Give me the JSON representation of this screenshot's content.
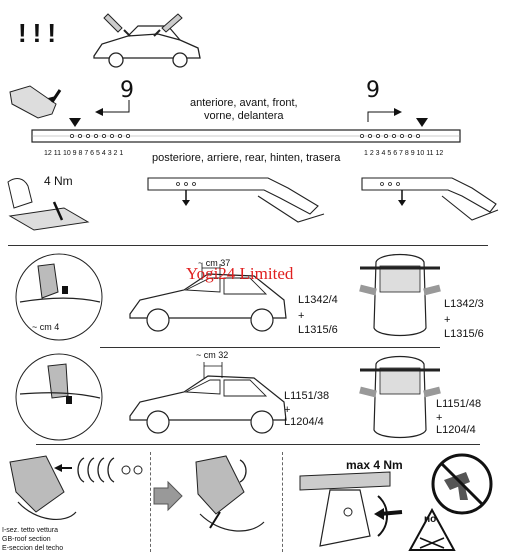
{
  "header": {
    "warning": "!!!"
  },
  "step1": {
    "front_number": "9",
    "rear_number": "9",
    "front_text_line1": "anteriore, avant, front,",
    "front_text_line2": "vorne, delantera",
    "rear_text": "posteriore, arriere, rear, hinten, trasera",
    "left_scale": "12 11 10 9 8 7 6 5 4 3 2 1",
    "right_scale": "1 2 3 4 5 6 7 8 9 10 11 12"
  },
  "step2": {
    "torque": "4 Nm"
  },
  "config_a": {
    "dim_top": "~ cm 37",
    "dim_side": "~ cm 4",
    "watermark": "Yogi24 Limited",
    "left_code1": "L1342/4",
    "plus1": "+",
    "left_code2": "L1315/6",
    "right_code1": "L1342/3",
    "plus2": "+",
    "right_code2": "L1315/6"
  },
  "config_b": {
    "dim_top": "~ cm 32",
    "left_code1": "L1151/38",
    "plus1": "+",
    "left_code2": "L1204/4",
    "right_code1": "L1151/48",
    "plus2": "+",
    "right_code2": "L1204/4"
  },
  "bottom": {
    "section_line1": "I-sez. tetto vettura",
    "section_line2": "GB-roof section",
    "section_line3": "E-seccion del techo",
    "max_torque": "max 4 Nm",
    "no_label": "no"
  }
}
